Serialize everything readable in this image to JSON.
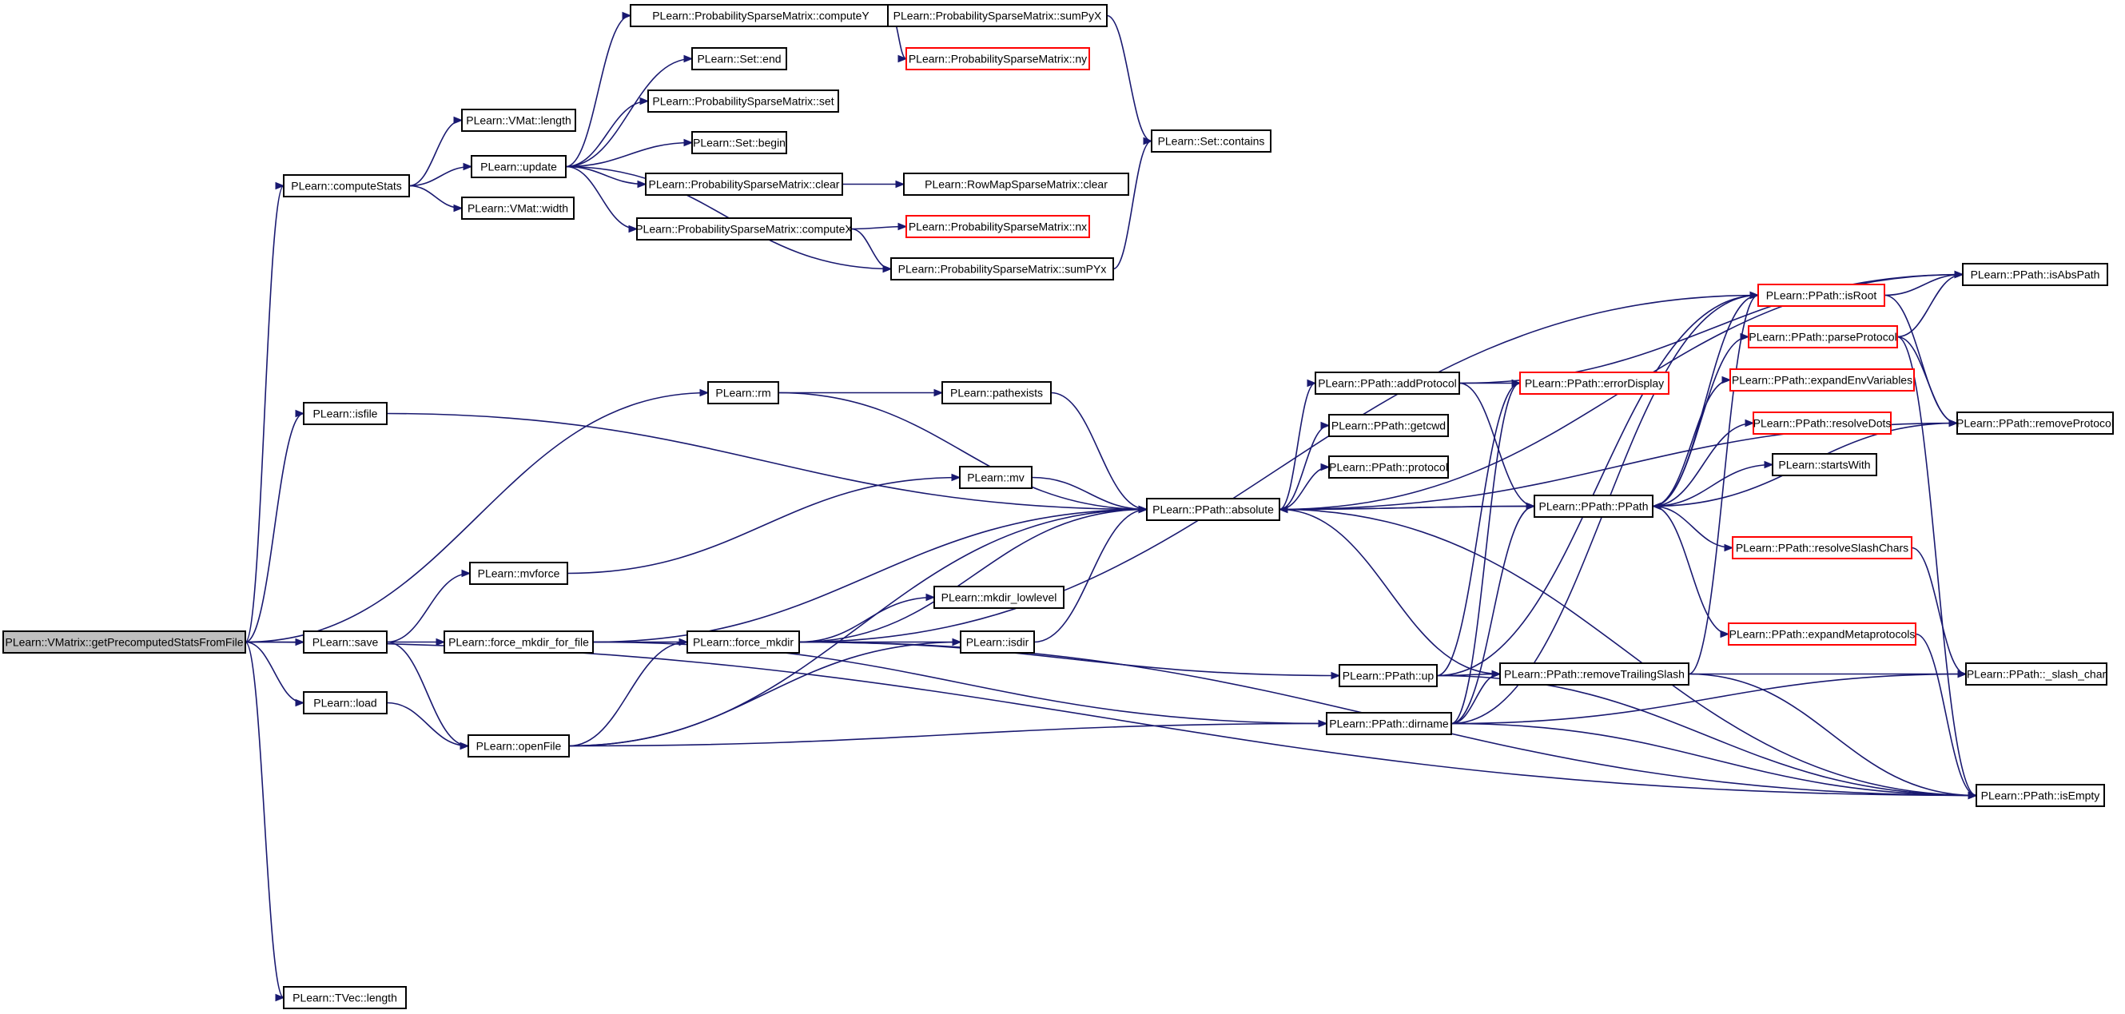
{
  "colors": {
    "edge": "#191970",
    "node_border": "#000000",
    "node_border_truncated": "#ff0000",
    "root_fill": "#bfbfbf",
    "node_fill": "#ffffff"
  },
  "root_node": "getPrecomputedStatsFromFile",
  "nodes": [
    {
      "id": "getPrecomputedStatsFromFile",
      "label": "PLearn::VMatrix::getPrecomputedStatsFromFile"
    },
    {
      "id": "computeStats",
      "label": "PLearn::computeStats"
    },
    {
      "id": "isfile",
      "label": "PLearn::isfile"
    },
    {
      "id": "save",
      "label": "PLearn::save"
    },
    {
      "id": "load",
      "label": "PLearn::load"
    },
    {
      "id": "tvecLength",
      "label": "PLearn::TVec::length"
    },
    {
      "id": "vmatLength",
      "label": "PLearn::VMat::length"
    },
    {
      "id": "update",
      "label": "PLearn::update"
    },
    {
      "id": "vmatWidth",
      "label": "PLearn::VMat::width"
    },
    {
      "id": "computeY",
      "label": "PLearn::ProbabilitySparseMatrix::computeY"
    },
    {
      "id": "setEnd",
      "label": "PLearn::Set::end"
    },
    {
      "id": "psmSet",
      "label": "PLearn::ProbabilitySparseMatrix::set"
    },
    {
      "id": "setBegin",
      "label": "PLearn::Set::begin"
    },
    {
      "id": "psmClear",
      "label": "PLearn::ProbabilitySparseMatrix::clear"
    },
    {
      "id": "computeX",
      "label": "PLearn::ProbabilitySparseMatrix::computeX"
    },
    {
      "id": "sumPyX",
      "label": "PLearn::ProbabilitySparseMatrix::sumPyX"
    },
    {
      "id": "ny",
      "label": "PLearn::ProbabilitySparseMatrix::ny",
      "truncated": true
    },
    {
      "id": "rmsmClear",
      "label": "PLearn::RowMapSparseMatrix::clear"
    },
    {
      "id": "nx",
      "label": "PLearn::ProbabilitySparseMatrix::nx",
      "truncated": true
    },
    {
      "id": "sumPYx",
      "label": "PLearn::ProbabilitySparseMatrix::sumPYx"
    },
    {
      "id": "setContains",
      "label": "PLearn::Set::contains"
    },
    {
      "id": "rm",
      "label": "PLearn::rm"
    },
    {
      "id": "pathexists",
      "label": "PLearn::pathexists"
    },
    {
      "id": "mv",
      "label": "PLearn::mv"
    },
    {
      "id": "mvforce",
      "label": "PLearn::mvforce"
    },
    {
      "id": "forceMkdirForFile",
      "label": "PLearn::force_mkdir_for_file"
    },
    {
      "id": "forceMkdir",
      "label": "PLearn::force_mkdir"
    },
    {
      "id": "mkdirLowlevel",
      "label": "PLearn::mkdir_lowlevel"
    },
    {
      "id": "isdir",
      "label": "PLearn::isdir"
    },
    {
      "id": "openFile",
      "label": "PLearn::openFile"
    },
    {
      "id": "absolute",
      "label": "PLearn::PPath::absolute"
    },
    {
      "id": "addProtocol",
      "label": "PLearn::PPath::addProtocol"
    },
    {
      "id": "getcwd",
      "label": "PLearn::PPath::getcwd"
    },
    {
      "id": "protocol",
      "label": "PLearn::PPath::protocol"
    },
    {
      "id": "up",
      "label": "PLearn::PPath::up"
    },
    {
      "id": "dirname",
      "label": "PLearn::PPath::dirname"
    },
    {
      "id": "errorDisplay",
      "label": "PLearn::PPath::errorDisplay",
      "truncated": true
    },
    {
      "id": "ppathCtor",
      "label": "PLearn::PPath::PPath"
    },
    {
      "id": "removeTrailingSlash",
      "label": "PLearn::PPath::removeTrailingSlash"
    },
    {
      "id": "isRoot",
      "label": "PLearn::PPath::isRoot",
      "truncated": true
    },
    {
      "id": "parseProtocol",
      "label": "PLearn::PPath::parseProtocol",
      "truncated": true
    },
    {
      "id": "expandEnvVariables",
      "label": "PLearn::PPath::expandEnvVariables",
      "truncated": true
    },
    {
      "id": "resolveDots",
      "label": "PLearn::PPath::resolveDots",
      "truncated": true
    },
    {
      "id": "startsWith",
      "label": "PLearn::startsWith"
    },
    {
      "id": "resolveSlashChars",
      "label": "PLearn::PPath::resolveSlashChars",
      "truncated": true
    },
    {
      "id": "expandMetaprotocols",
      "label": "PLearn::PPath::expandMetaprotocols",
      "truncated": true
    },
    {
      "id": "isAbsPath",
      "label": "PLearn::PPath::isAbsPath"
    },
    {
      "id": "removeProtocol",
      "label": "PLearn::PPath::removeProtocol"
    },
    {
      "id": "slashChar",
      "label": "PLearn::PPath::_slash_char"
    },
    {
      "id": "isEmpty",
      "label": "PLearn::PPath::isEmpty"
    }
  ],
  "edges": [
    [
      "getPrecomputedStatsFromFile",
      "computeStats"
    ],
    [
      "getPrecomputedStatsFromFile",
      "isfile"
    ],
    [
      "getPrecomputedStatsFromFile",
      "rm"
    ],
    [
      "getPrecomputedStatsFromFile",
      "save"
    ],
    [
      "getPrecomputedStatsFromFile",
      "load"
    ],
    [
      "getPrecomputedStatsFromFile",
      "tvecLength"
    ],
    [
      "getPrecomputedStatsFromFile",
      "isEmpty"
    ],
    [
      "computeStats",
      "vmatLength"
    ],
    [
      "computeStats",
      "update"
    ],
    [
      "computeStats",
      "vmatWidth"
    ],
    [
      "update",
      "computeY"
    ],
    [
      "update",
      "setEnd"
    ],
    [
      "update",
      "psmSet"
    ],
    [
      "update",
      "setBegin"
    ],
    [
      "update",
      "psmClear"
    ],
    [
      "update",
      "computeX"
    ],
    [
      "update",
      "sumPYx"
    ],
    [
      "computeY",
      "sumPyX"
    ],
    [
      "computeY",
      "ny"
    ],
    [
      "sumPyX",
      "setContains"
    ],
    [
      "psmClear",
      "rmsmClear"
    ],
    [
      "computeX",
      "nx"
    ],
    [
      "computeX",
      "sumPYx"
    ],
    [
      "sumPYx",
      "setContains"
    ],
    [
      "isfile",
      "absolute"
    ],
    [
      "rm",
      "pathexists"
    ],
    [
      "rm",
      "absolute"
    ],
    [
      "pathexists",
      "absolute"
    ],
    [
      "save",
      "mvforce"
    ],
    [
      "save",
      "forceMkdirForFile"
    ],
    [
      "save",
      "openFile"
    ],
    [
      "load",
      "openFile"
    ],
    [
      "mvforce",
      "mv"
    ],
    [
      "mv",
      "absolute"
    ],
    [
      "forceMkdirForFile",
      "forceMkdir"
    ],
    [
      "forceMkdirForFile",
      "absolute"
    ],
    [
      "forceMkdirForFile",
      "dirname"
    ],
    [
      "forceMkdir",
      "mkdirLowlevel"
    ],
    [
      "forceMkdir",
      "isdir"
    ],
    [
      "forceMkdir",
      "absolute"
    ],
    [
      "forceMkdir",
      "isRoot"
    ],
    [
      "forceMkdir",
      "up"
    ],
    [
      "forceMkdir",
      "isEmpty"
    ],
    [
      "isdir",
      "absolute"
    ],
    [
      "openFile",
      "forceMkdir"
    ],
    [
      "openFile",
      "isdir"
    ],
    [
      "openFile",
      "absolute"
    ],
    [
      "openFile",
      "dirname"
    ],
    [
      "absolute",
      "addProtocol"
    ],
    [
      "absolute",
      "getcwd"
    ],
    [
      "absolute",
      "protocol"
    ],
    [
      "absolute",
      "ppathCtor"
    ],
    [
      "absolute",
      "removeTrailingSlash"
    ],
    [
      "absolute",
      "isAbsPath"
    ],
    [
      "absolute",
      "isEmpty"
    ],
    [
      "addProtocol",
      "errorDisplay"
    ],
    [
      "addProtocol",
      "ppathCtor"
    ],
    [
      "addProtocol",
      "isAbsPath"
    ],
    [
      "ppathCtor",
      "absolute"
    ],
    [
      "ppathCtor",
      "isRoot"
    ],
    [
      "ppathCtor",
      "parseProtocol"
    ],
    [
      "ppathCtor",
      "expandEnvVariables"
    ],
    [
      "ppathCtor",
      "resolveDots"
    ],
    [
      "ppathCtor",
      "startsWith"
    ],
    [
      "ppathCtor",
      "resolveSlashChars"
    ],
    [
      "ppathCtor",
      "expandMetaprotocols"
    ],
    [
      "up",
      "errorDisplay"
    ],
    [
      "up",
      "isRoot"
    ],
    [
      "up",
      "removeTrailingSlash"
    ],
    [
      "up",
      "isEmpty"
    ],
    [
      "dirname",
      "errorDisplay"
    ],
    [
      "dirname",
      "isRoot"
    ],
    [
      "dirname",
      "ppathCtor"
    ],
    [
      "dirname",
      "removeTrailingSlash"
    ],
    [
      "dirname",
      "slashChar"
    ],
    [
      "dirname",
      "isEmpty"
    ],
    [
      "removeTrailingSlash",
      "isRoot"
    ],
    [
      "removeTrailingSlash",
      "slashChar"
    ],
    [
      "removeTrailingSlash",
      "isEmpty"
    ],
    [
      "isRoot",
      "isAbsPath"
    ],
    [
      "isRoot",
      "removeProtocol"
    ],
    [
      "parseProtocol",
      "isAbsPath"
    ],
    [
      "parseProtocol",
      "removeProtocol"
    ],
    [
      "parseProtocol",
      "isEmpty"
    ],
    [
      "removeProtocol",
      "absolute"
    ],
    [
      "removeProtocol",
      "ppathCtor"
    ],
    [
      "resolveSlashChars",
      "slashChar"
    ],
    [
      "expandMetaprotocols",
      "isEmpty"
    ]
  ]
}
